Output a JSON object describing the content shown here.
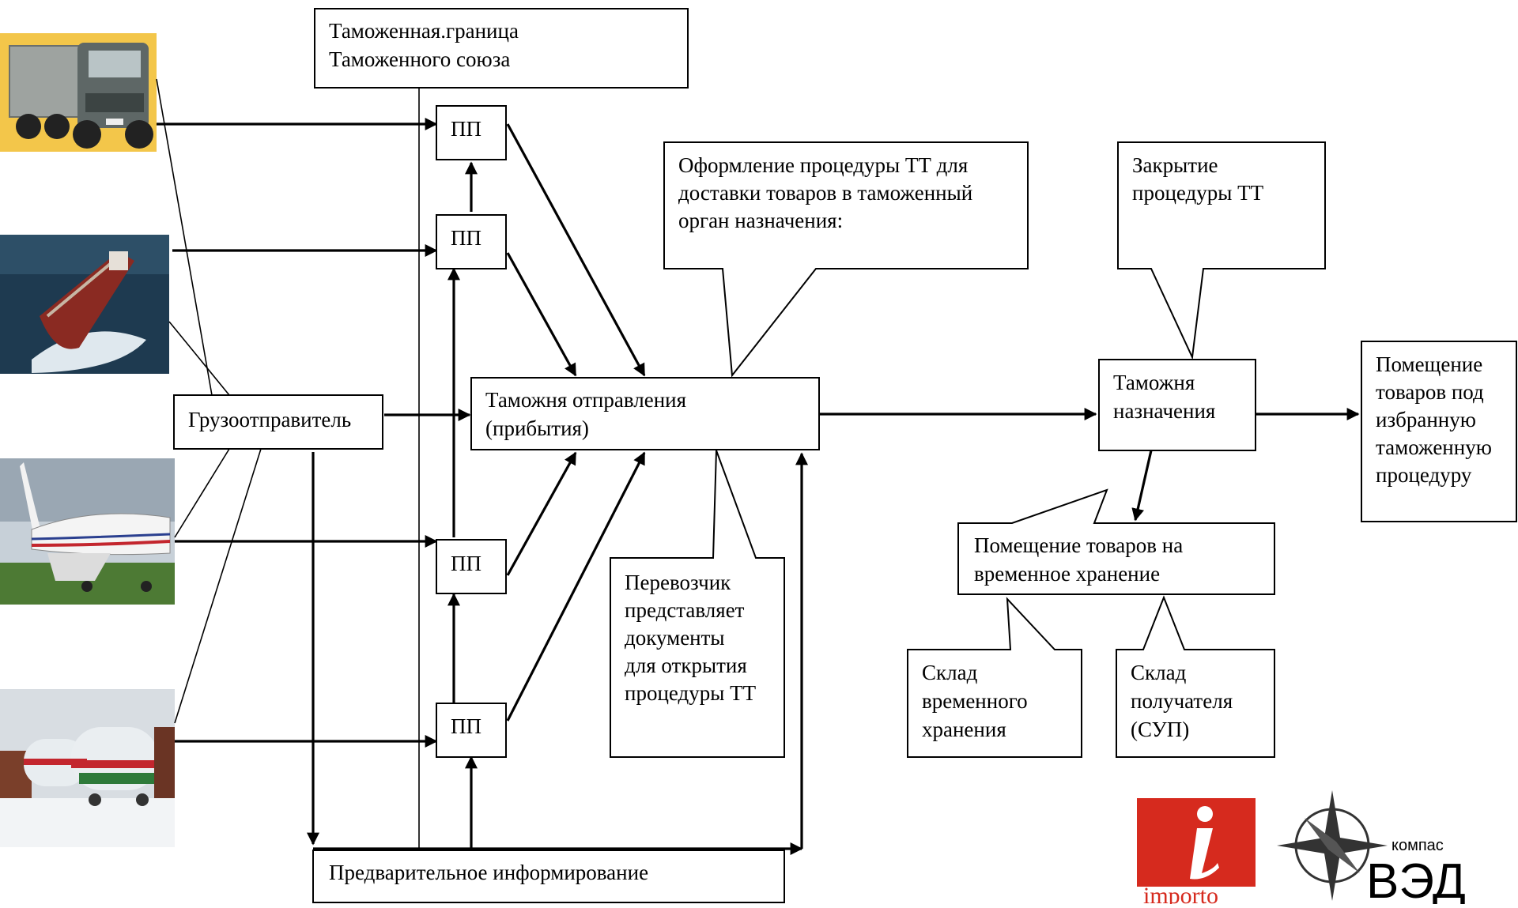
{
  "border": {
    "line1": "Таможенная.граница",
    "line2": "Таможенного союза"
  },
  "checkpoint_label": "ПП",
  "shipper": "Грузоотправитель",
  "departure": {
    "line1": "Таможня отправления",
    "line2": "(прибытия)"
  },
  "tt_open": {
    "line1": "Оформление процедуры ТТ для",
    "line2": "доставки товаров в таможенный",
    "line3": "орган назначения:"
  },
  "tt_close": {
    "line1": "Закрытие",
    "line2": "процедуры ТТ"
  },
  "destination": {
    "line1": "Таможня",
    "line2": "назначения"
  },
  "placement": {
    "line1": "Помещение",
    "line2": "товаров под",
    "line3": "избранную",
    "line4": "таможенную",
    "line5": "процедуру"
  },
  "carrier": {
    "line1": "Перевозчик",
    "line2": "представляет",
    "line3": "документы",
    "line4": "для открытия",
    "line5": "процедуры ТТ"
  },
  "temp_storage": {
    "line1": "Помещение товаров на",
    "line2": "временное хранение"
  },
  "svh": {
    "line1": "Склад",
    "line2": "временного",
    "line3": "хранения"
  },
  "sup": {
    "line1": "Склад",
    "line2": "получателя",
    "line3": "(СУП)"
  },
  "pre_info": "Предварительное информирование",
  "logos": {
    "importo": "importo",
    "kompas_small": "компас",
    "kompas_big": "ВЭД"
  },
  "colors": {
    "importo_red": "#d62a1e",
    "truck_bg": "#f3c64a",
    "sea": "#1e3a50",
    "ship_hull": "#8a2a22"
  }
}
